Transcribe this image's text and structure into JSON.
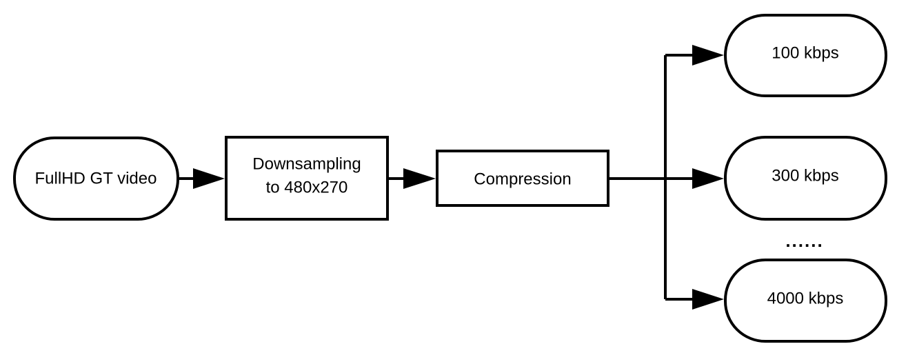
{
  "diagram": {
    "nodes": {
      "source": {
        "label": "FullHD GT video",
        "shape": "rounded"
      },
      "downsampling": {
        "line1": "Downsampling",
        "line2": "to 480x270",
        "shape": "rectangle"
      },
      "compression": {
        "label": "Compression",
        "shape": "rectangle"
      },
      "out_100": {
        "label": "100 kbps",
        "shape": "rounded"
      },
      "out_300": {
        "label": "300 kbps",
        "shape": "rounded"
      },
      "ellipsis": {
        "label": "......"
      },
      "out_4000": {
        "label": "4000 kbps",
        "shape": "rounded"
      }
    },
    "colors": {
      "stroke": "#000000",
      "fill": "#ffffff"
    }
  }
}
